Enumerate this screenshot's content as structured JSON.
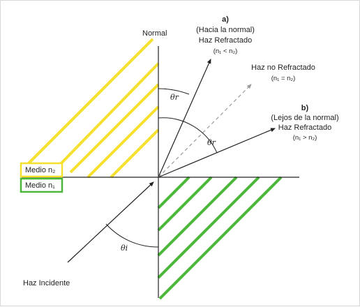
{
  "diagram": {
    "normal_label": "Normal",
    "ray_a": {
      "tag": "a)",
      "line1": "(Hacia la normal)",
      "line2": "Haz Refractado",
      "condition": "(n₁ < n₂)"
    },
    "ray_non_refracted": {
      "line1": "Haz no Refractado",
      "condition": "(n₁ = n₂)"
    },
    "ray_b": {
      "tag": "b)",
      "line1": "(Lejos de la normal)",
      "line2": "Haz Refractado",
      "condition": "(n₁ > n₂)"
    },
    "incident_label": "Haz Incidente",
    "medium_top": "Medio n₂",
    "medium_bottom": "Medio n₁",
    "angle_r_a": "θr",
    "angle_r_b": "θr",
    "angle_i": "θi",
    "colors": {
      "medium_top": "#f5e030",
      "medium_bottom": "#4cb83a",
      "lines": "#222222",
      "dashed": "#9a9a9a"
    }
  }
}
